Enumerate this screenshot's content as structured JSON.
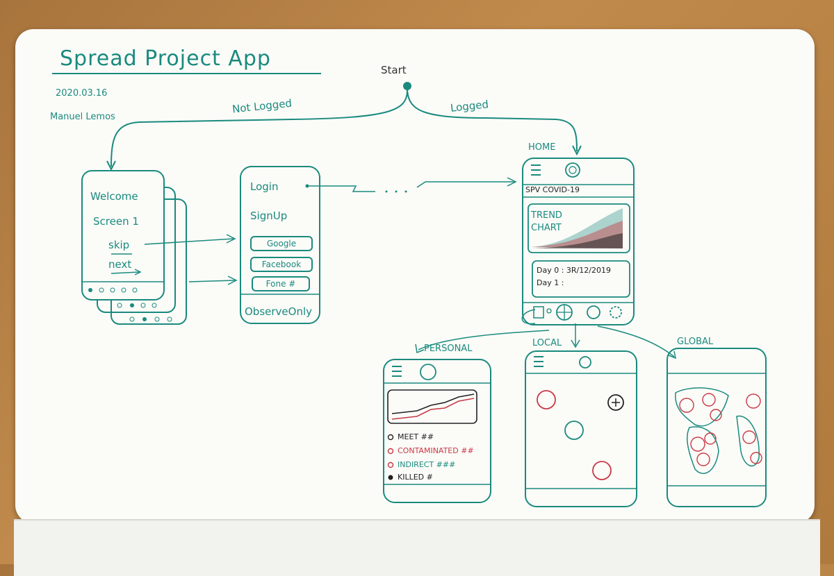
{
  "title": "Spread Project App",
  "date": "2020.03.16",
  "author": "Manuel Lemos",
  "start_label": "Start",
  "branch_not_logged": "Not Logged",
  "branch_logged": "Logged",
  "welcome": {
    "line1": "Welcome",
    "line2": "Screen 1",
    "skip": "skip",
    "next": "next"
  },
  "login": {
    "login": "Login",
    "signup": "SignUp",
    "google": "Google",
    "facebook": "Facebook",
    "phone": "Fone #",
    "observe": "ObserveOnly"
  },
  "home": {
    "label": "HOME",
    "header": "SPV COVID-19",
    "chart_line1": "TREND",
    "chart_line2": "CHART",
    "day0": "Day 0 : 3R/12/2019",
    "day1": "Day 1 :"
  },
  "personal": {
    "label": "PERSONAL",
    "items": [
      {
        "text": "MEET ##",
        "color": "#222222"
      },
      {
        "text": "CONTAMINATED ##",
        "color": "#c83a45"
      },
      {
        "text": "INDIRECT ###",
        "color": "#1a8a7e"
      },
      {
        "text": "KILLED #",
        "color": "#222222"
      }
    ]
  },
  "local": {
    "label": "LOCAL"
  },
  "global": {
    "label": "GLOBAL"
  },
  "colors": {
    "ink": "#1a8a7e",
    "red": "#c83a45",
    "black": "#222222"
  }
}
